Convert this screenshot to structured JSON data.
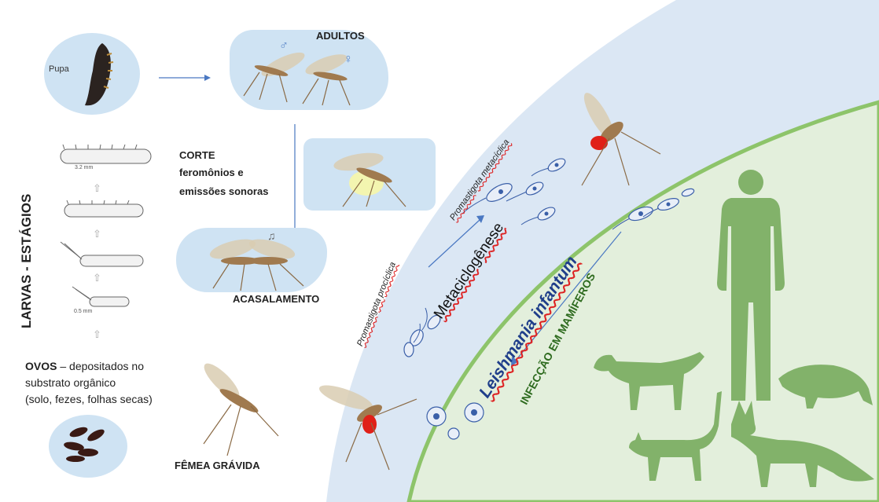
{
  "labels": {
    "pupa": "Pupa",
    "adultos": "ADULTOS",
    "corte_line1": "CORTE",
    "corte_line2": "feromônios e",
    "corte_line3": "emissões sonoras",
    "acasalamento": "ACASALAMENTO",
    "larvas": "LARVAS - ESTÁGIOS",
    "larva_size_top": "3.2 mm",
    "larva_size_bottom": "0.5 mm",
    "ovos_title": "OVOS",
    "ovos_line1": " – depositados no",
    "ovos_line2": "substrato orgânico",
    "ovos_line3": "(solo, fezes, folhas secas)",
    "femea": "FÊMEA GRÁVIDA",
    "promastigota_prociclica": "Promastigota procíclica",
    "promastigota_metaciclica": "Promastigota metacíclica",
    "metaciclogenese": "Metaciclogênese",
    "leishmania": "Leishmania infantum",
    "infeccao": "INFECÇÃO EM MAMÍFEROS"
  },
  "symbols": {
    "male": "♂",
    "female": "♀",
    "music": "♫",
    "up_arrow": "⇧"
  },
  "colors": {
    "outer_arc": "#dbe7f4",
    "inner_arc": "#e3efdc",
    "inner_arc_border": "#8dc46a",
    "silhouette": "#82b26a",
    "bubble": "#cfe3f3",
    "arrow": "#4a78c2",
    "infeccao_text": "#2e6b1f",
    "leishmania_text": "#1f3e8a"
  }
}
